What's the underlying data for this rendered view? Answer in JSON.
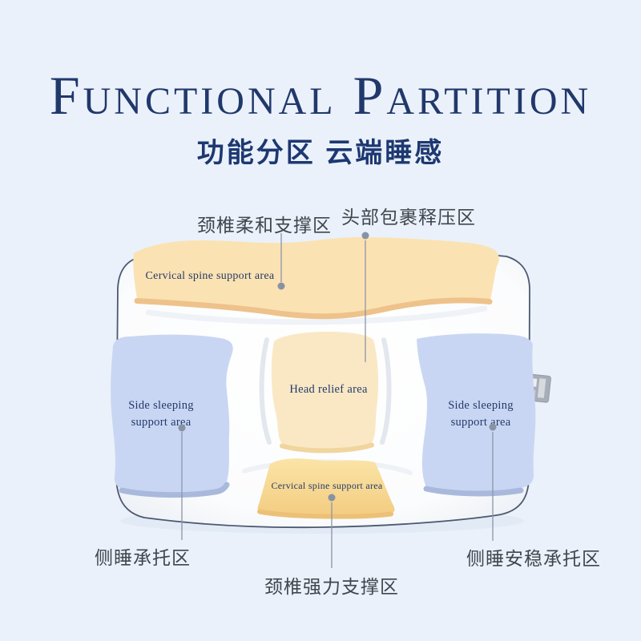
{
  "background": "#eaf1fa",
  "header": {
    "title": "Functional Partition",
    "subtitle": "功能分区 云端睡感",
    "title_color": "#21386b"
  },
  "callouts": {
    "top_left": {
      "text": "颈椎柔和支撑区"
    },
    "top_right": {
      "text": "头部包裹释压区"
    },
    "bottom_left": {
      "text": "侧睡承托区"
    },
    "bottom_center": {
      "text": "颈椎强力支撑区"
    },
    "bottom_right": {
      "text": "侧睡安稳承托区"
    },
    "text_color": "#41464d",
    "leader_color": "#8b95a8",
    "dot_color": "#8792a4"
  },
  "pillow": {
    "body_fill": "#ffffff",
    "outline_color": "#4c5970",
    "label_color": "#223a6a",
    "zones": {
      "top_band": {
        "label": "Cervical spine support area",
        "fill": "#fbe2b2",
        "edge": "#eec28b"
      },
      "head": {
        "label": "Head relief area",
        "fill": "#fae8c5",
        "edge": "#f0d59e"
      },
      "side_left": {
        "label": [
          "Side sleeping",
          "support area"
        ],
        "fill": "#c9d6f3",
        "edge": "#a9b9dc"
      },
      "side_right": {
        "label": [
          "Side sleeping",
          "support area"
        ],
        "fill": "#c9d6f3",
        "edge": "#a9b9dc"
      },
      "bottom_band": {
        "label": "Cervical spine support area",
        "fill_top": "#fbe4a7",
        "fill_bottom": "#f3cc80",
        "edge": "#ecc177"
      }
    }
  }
}
